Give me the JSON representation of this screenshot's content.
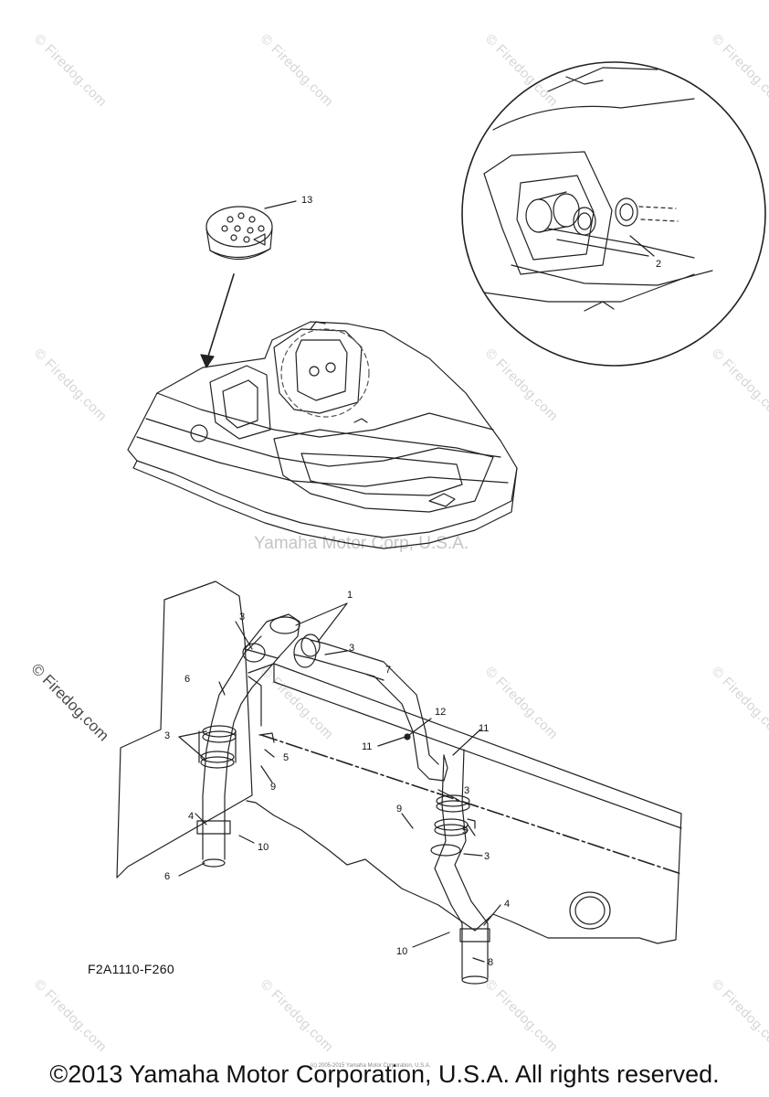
{
  "watermark": {
    "small": "© Firedog.com",
    "center": "Yamaha Motor Corp, U.S.A."
  },
  "figure_code": "F2A1110-F260",
  "tiny_credit": "(c) 2005-2015 Yamaha Motor Corporation, U.S.A.",
  "footer": "©2013 Yamaha Motor Corporation, U.S.A. All rights reserved.",
  "callouts": [
    "1",
    "2",
    "3",
    "4",
    "5",
    "6",
    "7",
    "8",
    "9",
    "10",
    "11",
    "12",
    "13"
  ]
}
